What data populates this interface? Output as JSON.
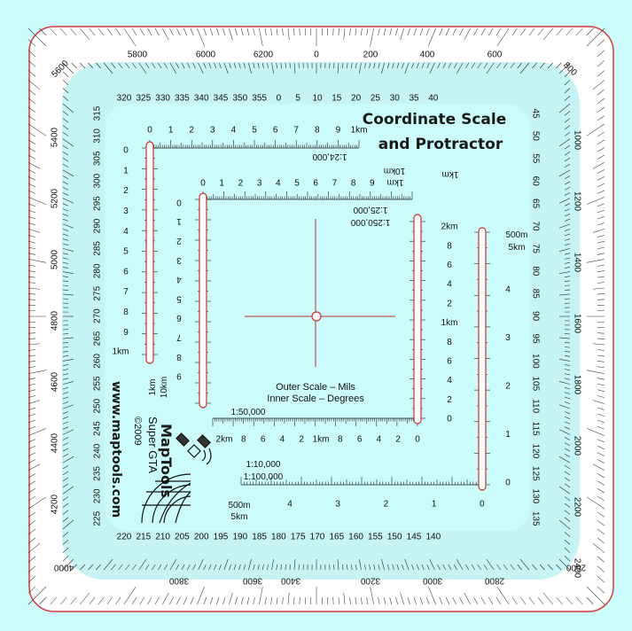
{
  "title": {
    "line1": "Coordinate Scale",
    "line2": "and Protractor"
  },
  "center_text": {
    "outer": "Outer Scale – Mils",
    "inner": "Inner Scale – Degrees"
  },
  "brand": {
    "name": "MapTools",
    "model": "Super GTA",
    "year": "©2009",
    "url": "www.maptools.com"
  },
  "scales": {
    "s24": {
      "ratio": "1:24,000",
      "unit": "1km",
      "numbers": [
        "0",
        "1",
        "2",
        "3",
        "4",
        "5",
        "6",
        "7",
        "8",
        "9",
        "1km"
      ]
    },
    "s25": {
      "ratio": "1:25,000",
      "ratio2": "1:250,000",
      "unit": "1km",
      "unit2": "10km",
      "numbers": [
        "0",
        "1",
        "2",
        "3",
        "4",
        "5",
        "6",
        "7",
        "8",
        "9",
        "1km"
      ]
    },
    "s50": {
      "ratio": "1:50,000",
      "numbers": [
        "2km",
        "8",
        "6",
        "4",
        "2",
        "1km",
        "8",
        "6",
        "4",
        "2",
        "0"
      ],
      "right_numbers": [
        "2km",
        "8",
        "6",
        "4",
        "2",
        "1km",
        "8",
        "6",
        "4",
        "2",
        "0"
      ]
    },
    "s100": {
      "ratio": "1:10,000",
      "ratio2": "1:100,000",
      "unit": "500m",
      "unit2": "5km",
      "numbers": [
        "4",
        "3",
        "2",
        "1",
        "0"
      ],
      "right_numbers": [
        "4",
        "3",
        "2",
        "1",
        "0"
      ]
    }
  },
  "inner_degrees": {
    "top": [
      "320",
      "325",
      "330",
      "335",
      "340",
      "345",
      "350",
      "355",
      "0",
      "5",
      "10",
      "15",
      "20",
      "25",
      "30",
      "35",
      "40"
    ],
    "bottom": [
      "220",
      "215",
      "210",
      "205",
      "200",
      "195",
      "190",
      "185",
      "180",
      "175",
      "170",
      "165",
      "160",
      "155",
      "150",
      "145",
      "140"
    ],
    "left": [
      "315",
      "310",
      "305",
      "300",
      "295",
      "290",
      "285",
      "280",
      "275",
      "270",
      "265",
      "260",
      "255",
      "250",
      "245",
      "240",
      "235",
      "230",
      "225"
    ],
    "right": [
      "45",
      "50",
      "55",
      "60",
      "65",
      "70",
      "75",
      "80",
      "85",
      "90",
      "95",
      "100",
      "105",
      "110",
      "115",
      "120",
      "125",
      "130",
      "135"
    ]
  },
  "outer_mils": {
    "top": [
      "5600",
      "5800",
      "6000",
      "6200",
      "0",
      "200",
      "400",
      "600",
      "800"
    ],
    "right": [
      "1000",
      "1200",
      "1400",
      "1600",
      "1800",
      "2000",
      "2200",
      "2400"
    ],
    "bottom": [
      "4000",
      "3800",
      "3600",
      "3400",
      "3200",
      "3000",
      "2800",
      "2600"
    ],
    "left": [
      "5400",
      "5200",
      "5000",
      "4800",
      "4600",
      "4400",
      "4200"
    ]
  },
  "colors": {
    "background": "#ccfbfb",
    "border": "#d23c3c",
    "accent_red": "#c8322d",
    "ink": "#111111"
  }
}
